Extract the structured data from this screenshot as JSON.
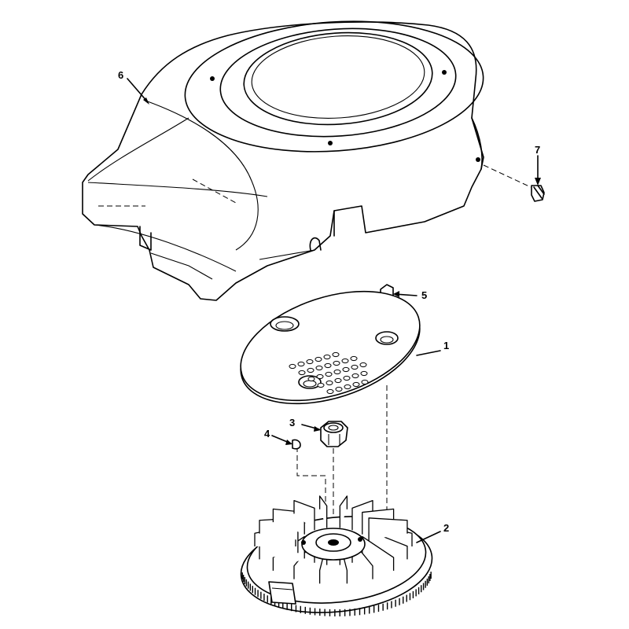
{
  "callouts": {
    "c1": "1",
    "c2": "2",
    "c3": "3",
    "c4": "4",
    "c5": "5",
    "c6": "6",
    "c7": "7"
  },
  "parts": {
    "blower_housing": "housing-shroud",
    "housing_screw": "shoulder-screw",
    "rotating_screen": "flat-screen-plate",
    "screen_screw": "hex-screw",
    "flywheel_nut": "hex-nut",
    "flywheel_key": "half-moon-key",
    "flywheel": "finned-flywheel"
  }
}
